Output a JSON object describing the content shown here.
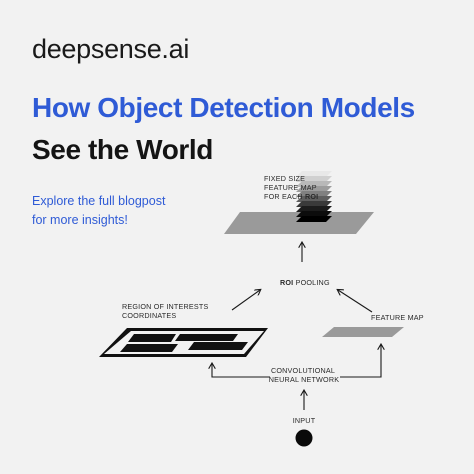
{
  "brand": {
    "name": "deepsense.ai"
  },
  "headline": {
    "line1": "How Object Detection Models",
    "line2": "See the World"
  },
  "cta": {
    "line1": "Explore the full blogpost",
    "line2": "for more insights!"
  },
  "diagram": {
    "fixed_size_label": [
      "FIXED SIZE",
      "FEATURE MAP",
      "FOR EACH "
    ],
    "fixed_size_roi": "ROI",
    "roi_pooling_bold": "ROI",
    "roi_pooling_rest": " POOLING",
    "region_label": [
      "REGION OF INTERESTS",
      "COORDINATES"
    ],
    "feature_map_label": "FEATURE MAP",
    "cnn_label": [
      "CONVOLUTIONAL",
      "NEURAL NETWORK"
    ],
    "input_label": "INPUT"
  },
  "colors": {
    "accent": "#2f5bd6",
    "background": "#f2f2f2",
    "plane_gray": "#9a9a9a",
    "ink": "#141414"
  }
}
